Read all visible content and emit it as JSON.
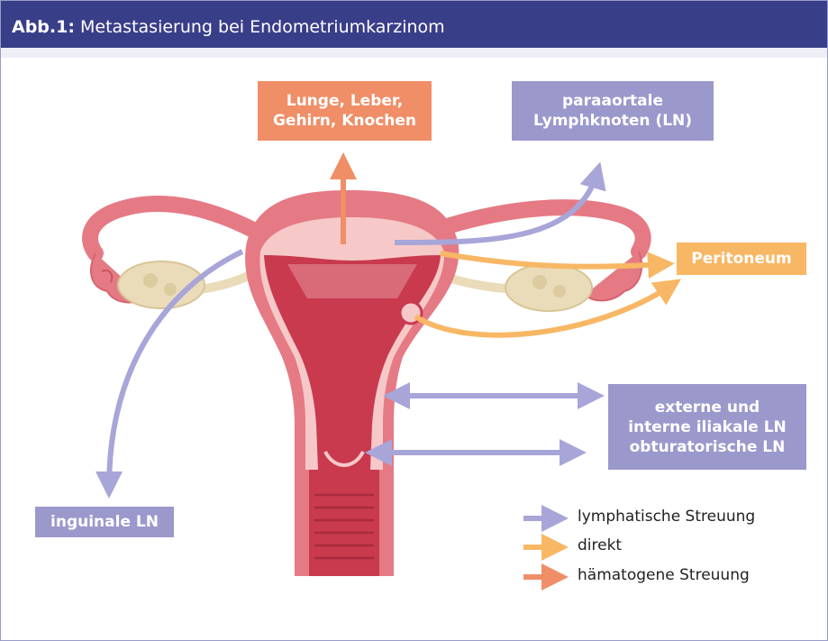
{
  "header": {
    "prefix": "Abb.1:",
    "title": "Metastasierung bei Endometriumkarzinom"
  },
  "labels": {
    "haematogen_targets": [
      "Lunge, Leber,",
      "Gehirn, Knochen"
    ],
    "paraaortal": [
      "paraaortale",
      "Lymphknoten (LN)"
    ],
    "peritoneum": "Peritoneum",
    "iliakal": [
      "externe und",
      "interne iliakale LN",
      "obturatorische LN"
    ],
    "inguinal": "inguinale LN"
  },
  "legend": {
    "lymphatic": "lymphatische Streuung",
    "direct": "direkt",
    "haematogenous": "hämatogene Streuung"
  },
  "colors": {
    "header": "#393e89",
    "lymphatic": "#a8a5d8",
    "direct": "#f8b765",
    "haematogenous": "#ef8e67",
    "uterus_outer": "#e57a84",
    "uterus_inner": "#f6c9c8",
    "cavity": "#c93a4f"
  }
}
